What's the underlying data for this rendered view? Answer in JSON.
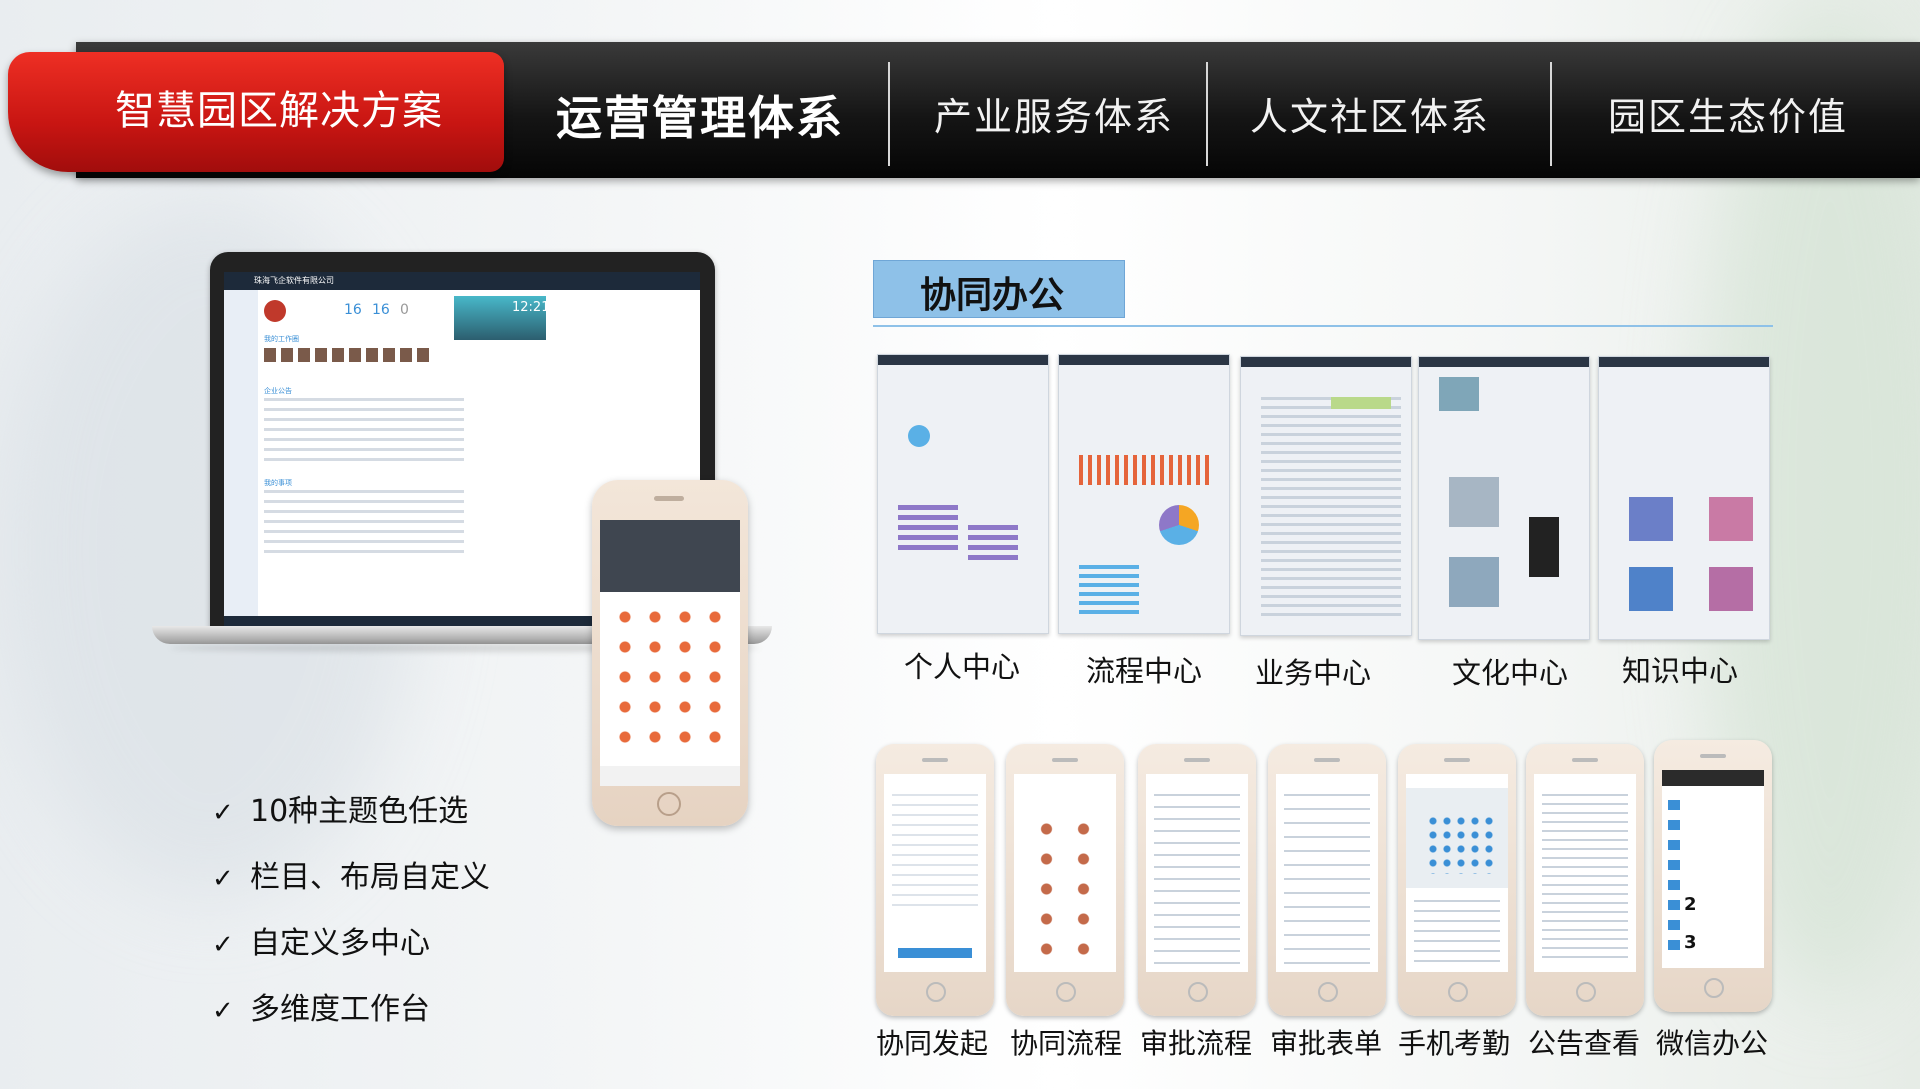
{
  "nav": {
    "brand": "智慧园区解决方案",
    "tabs": [
      {
        "label": "运营管理体系",
        "active": true
      },
      {
        "label": "产业服务体系",
        "active": false
      },
      {
        "label": "人文社区体系",
        "active": false
      },
      {
        "label": "园区生态价值",
        "active": false
      }
    ]
  },
  "features": [
    {
      "icon": "check-icon",
      "label": "10种主题色任选"
    },
    {
      "icon": "check-icon",
      "label": "栏目、布局自定义"
    },
    {
      "icon": "check-icon",
      "label": "自定义多中心"
    },
    {
      "icon": "check-icon",
      "label": "多维度工作台"
    }
  ],
  "section": {
    "title": "协同办公"
  },
  "centers": [
    {
      "label": "个人中心"
    },
    {
      "label": "流程中心"
    },
    {
      "label": "业务中心"
    },
    {
      "label": "文化中心"
    },
    {
      "label": "知识中心"
    }
  ],
  "mobile_apps": [
    {
      "label": "协同发起"
    },
    {
      "label": "协同流程"
    },
    {
      "label": "审批流程"
    },
    {
      "label": "审批表单"
    },
    {
      "label": "手机考勤"
    },
    {
      "label": "公告查看"
    },
    {
      "label": "微信办公"
    }
  ],
  "laptop": {
    "company": "珠海飞企软件有限公司",
    "stats": [
      "16",
      "16",
      "0"
    ],
    "widget_label": "我的工作圈",
    "notice_title": "企业公告",
    "task_title": "我的事项",
    "clock": "12:21"
  },
  "wechat_badges": [
    "2",
    "3"
  ],
  "colors": {
    "brand_red": "#d21c17",
    "accent_blue": "#8ec1e8",
    "nav_dark": "#111111",
    "ui_blue": "#3a8fd6"
  }
}
